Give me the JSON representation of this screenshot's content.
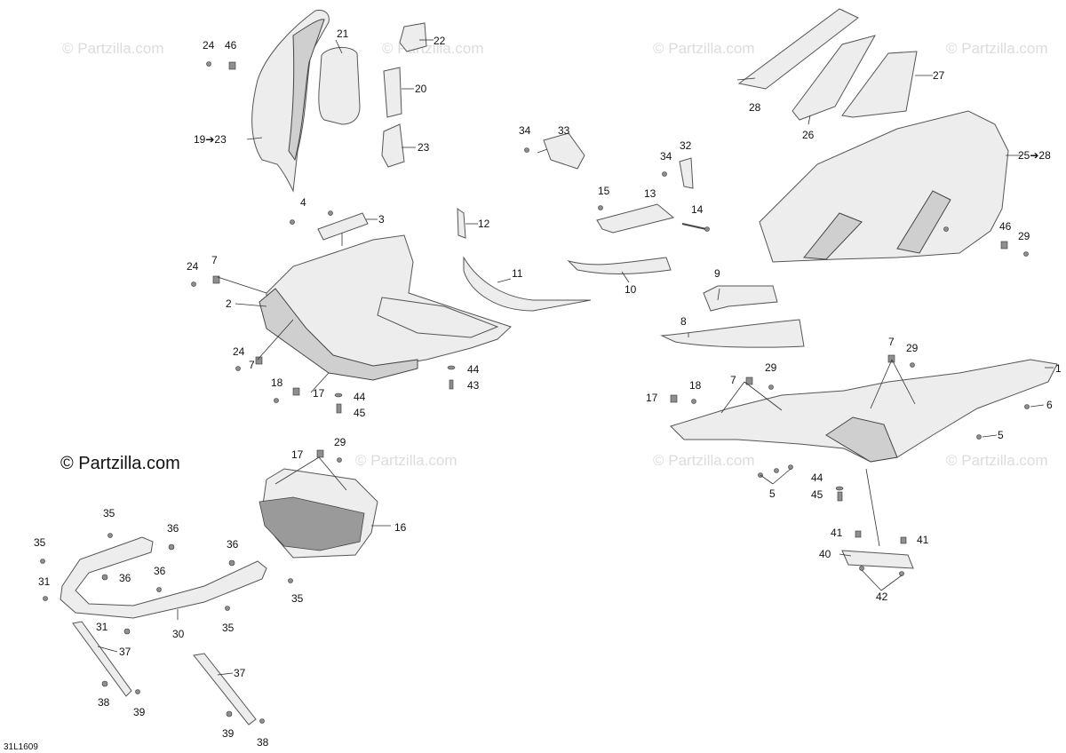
{
  "watermark": "© Partzilla.com",
  "copyright": "© Partzilla.com",
  "diagram_code": "31L1609",
  "callouts": [
    {
      "id": "c24a",
      "text": "24"
    },
    {
      "id": "c46a",
      "text": "46"
    },
    {
      "id": "c21",
      "text": "21"
    },
    {
      "id": "c22",
      "text": "22"
    },
    {
      "id": "c20",
      "text": "20"
    },
    {
      "id": "c19",
      "text": "19➔23"
    },
    {
      "id": "c23",
      "text": "23"
    },
    {
      "id": "c4",
      "text": "4"
    },
    {
      "id": "c3",
      "text": "3"
    },
    {
      "id": "c24b",
      "text": "24"
    },
    {
      "id": "c7a",
      "text": "7"
    },
    {
      "id": "c2",
      "text": "2"
    },
    {
      "id": "c24c",
      "text": "24"
    },
    {
      "id": "c7b",
      "text": "7"
    },
    {
      "id": "c18a",
      "text": "18"
    },
    {
      "id": "c17a",
      "text": "17"
    },
    {
      "id": "c44a",
      "text": "44"
    },
    {
      "id": "c45a",
      "text": "45"
    },
    {
      "id": "c44b",
      "text": "44"
    },
    {
      "id": "c43",
      "text": "43"
    },
    {
      "id": "c12",
      "text": "12"
    },
    {
      "id": "c11",
      "text": "11"
    },
    {
      "id": "c34a",
      "text": "34"
    },
    {
      "id": "c33",
      "text": "33"
    },
    {
      "id": "c34b",
      "text": "34"
    },
    {
      "id": "c32",
      "text": "32"
    },
    {
      "id": "c15",
      "text": "15"
    },
    {
      "id": "c13",
      "text": "13"
    },
    {
      "id": "c14",
      "text": "14"
    },
    {
      "id": "c10",
      "text": "10"
    },
    {
      "id": "c9",
      "text": "9"
    },
    {
      "id": "c8",
      "text": "8"
    },
    {
      "id": "c28a",
      "text": "28"
    },
    {
      "id": "c27",
      "text": "27"
    },
    {
      "id": "c26",
      "text": "26"
    },
    {
      "id": "c25",
      "text": "25➔28"
    },
    {
      "id": "c46b",
      "text": "46"
    },
    {
      "id": "c29a",
      "text": "29"
    },
    {
      "id": "c7c",
      "text": "7"
    },
    {
      "id": "c29b",
      "text": "29"
    },
    {
      "id": "c1",
      "text": "1"
    },
    {
      "id": "c6",
      "text": "6"
    },
    {
      "id": "c7d",
      "text": "7"
    },
    {
      "id": "c29c",
      "text": "29"
    },
    {
      "id": "c17b",
      "text": "17"
    },
    {
      "id": "c18b",
      "text": "18"
    },
    {
      "id": "c5a",
      "text": "5"
    },
    {
      "id": "c5b",
      "text": "5"
    },
    {
      "id": "c44c",
      "text": "44"
    },
    {
      "id": "c45b",
      "text": "45"
    },
    {
      "id": "c41a",
      "text": "41"
    },
    {
      "id": "c41b",
      "text": "41"
    },
    {
      "id": "c40",
      "text": "40"
    },
    {
      "id": "c42",
      "text": "42"
    },
    {
      "id": "c17c",
      "text": "17"
    },
    {
      "id": "c29d",
      "text": "29"
    },
    {
      "id": "c16",
      "text": "16"
    },
    {
      "id": "c35a",
      "text": "35"
    },
    {
      "id": "c36a",
      "text": "36"
    },
    {
      "id": "c35b",
      "text": "35"
    },
    {
      "id": "c31a",
      "text": "31"
    },
    {
      "id": "c36b",
      "text": "36"
    },
    {
      "id": "c36c",
      "text": "36"
    },
    {
      "id": "c36d",
      "text": "36"
    },
    {
      "id": "c35c",
      "text": "35"
    },
    {
      "id": "c31b",
      "text": "31"
    },
    {
      "id": "c30",
      "text": "30"
    },
    {
      "id": "c35d",
      "text": "35"
    },
    {
      "id": "c37a",
      "text": "37"
    },
    {
      "id": "c38a",
      "text": "38"
    },
    {
      "id": "c39a",
      "text": "39"
    },
    {
      "id": "c37b",
      "text": "37"
    },
    {
      "id": "c39b",
      "text": "39"
    },
    {
      "id": "c38b",
      "text": "38"
    }
  ]
}
